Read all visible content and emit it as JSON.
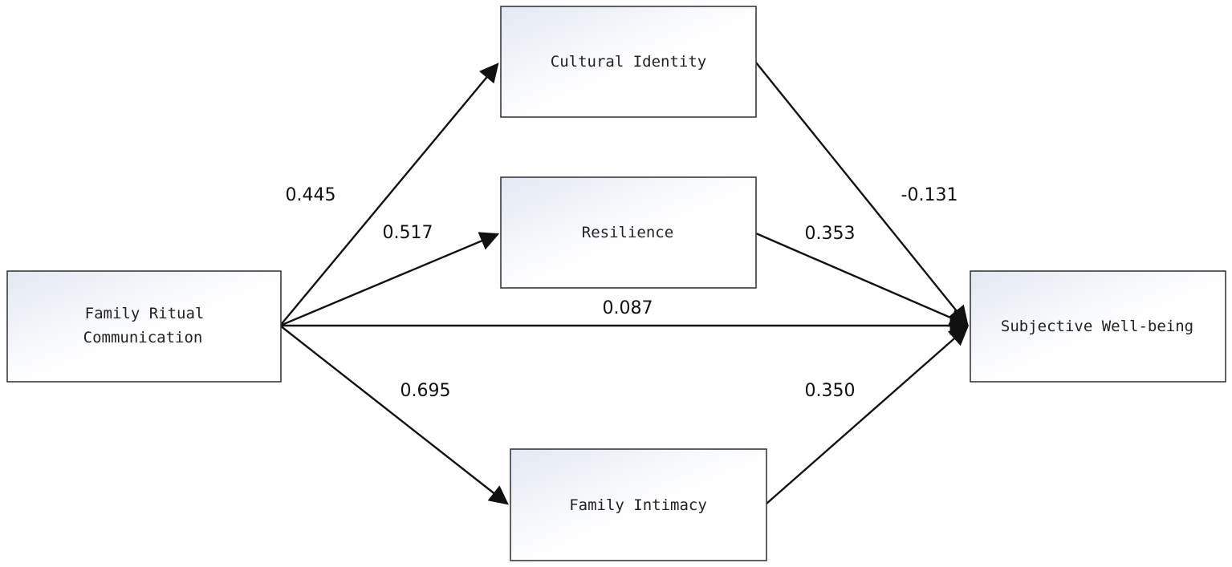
{
  "nodes": {
    "frc": {
      "lines": [
        "Family Ritual",
        "Communication"
      ]
    },
    "ci": {
      "lines": [
        "Cultural Identity"
      ]
    },
    "res": {
      "lines": [
        "Resilience"
      ]
    },
    "fi": {
      "lines": [
        "Family Intimacy"
      ]
    },
    "swb": {
      "lines": [
        "Subjective Well-being"
      ]
    }
  },
  "paths": {
    "frc_ci": "0.445",
    "frc_res": "0.517",
    "frc_swb": "0.087",
    "frc_fi": "0.695",
    "ci_swb": "-0.131",
    "res_swb": "0.353",
    "fi_swb": "0.350"
  },
  "colors": {
    "box_fill_start": "#e3e8f3",
    "box_fill_end": "#ffffff",
    "box_border": "#3a3a3a",
    "arrow": "#111111"
  }
}
